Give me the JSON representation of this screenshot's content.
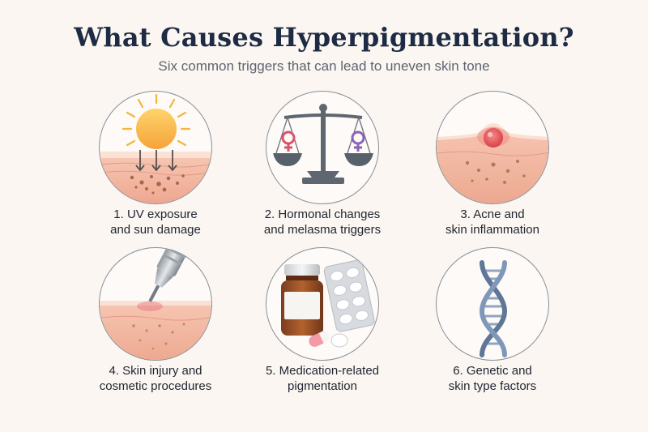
{
  "header": {
    "title": "What Causes Hyperpigmentation?",
    "subtitle": "Six common triggers that can lead to uneven skin tone"
  },
  "causes": [
    {
      "line1": "1. UV exposure",
      "line2": "and sun damage",
      "icon": "sun-uv-skin-icon"
    },
    {
      "line1": "2. Hormonal changes",
      "line2": "and melasma triggers",
      "icon": "hormone-balance-scale-icon"
    },
    {
      "line1": "3. Acne and",
      "line2": "skin inflammation",
      "icon": "acne-inflamed-skin-icon"
    },
    {
      "line1": "4. Skin injury and",
      "line2": "cosmetic procedures",
      "icon": "microneedle-skin-injury-icon"
    },
    {
      "line1": "5. Medication-related",
      "line2": "pigmentation",
      "icon": "medication-pills-icon"
    },
    {
      "line1": "6. Genetic and",
      "line2": "skin type factors",
      "icon": "dna-helix-icon"
    }
  ],
  "colors": {
    "background": "#fbf6f1",
    "skin": "#f2b9a6",
    "pigment": "#a8674a",
    "female_symbol_red": "#d8546a",
    "female_symbol_purple": "#8c64b4",
    "dna": "#6d86a8"
  }
}
